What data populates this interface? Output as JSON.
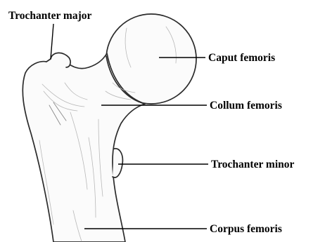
{
  "labels": {
    "trochanter_major": "Trochanter major",
    "caput_femoris": "Caput femoris",
    "collum_femoris": "Collum femoris",
    "trochanter_minor": "Trochanter minor",
    "corpus_femoris": "Corpus femoris"
  }
}
